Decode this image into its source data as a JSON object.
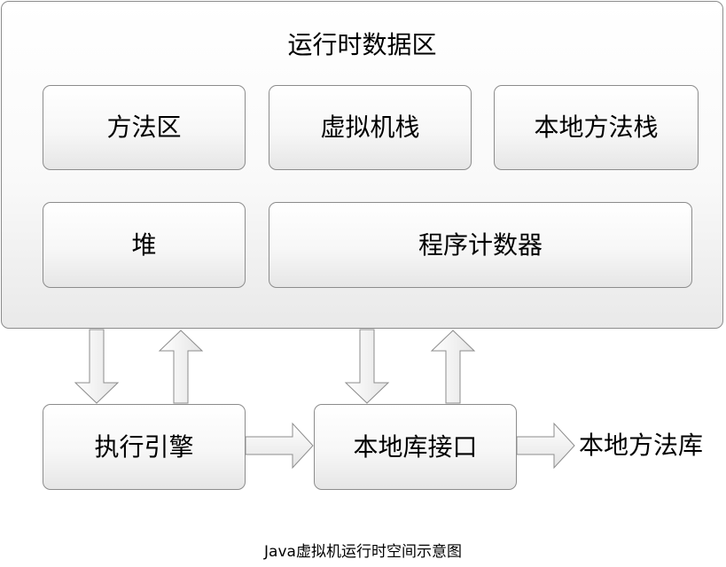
{
  "runtime_area": {
    "title": "运行时数据区",
    "method_area": "方法区",
    "vm_stack": "虚拟机栈",
    "native_method_stack": "本地方法栈",
    "heap": "堆",
    "program_counter": "程序计数器"
  },
  "execution_engine": "执行引擎",
  "native_interface": "本地库接口",
  "native_library": "本地方法库",
  "caption": "Java虚拟机运行时空间示意图"
}
